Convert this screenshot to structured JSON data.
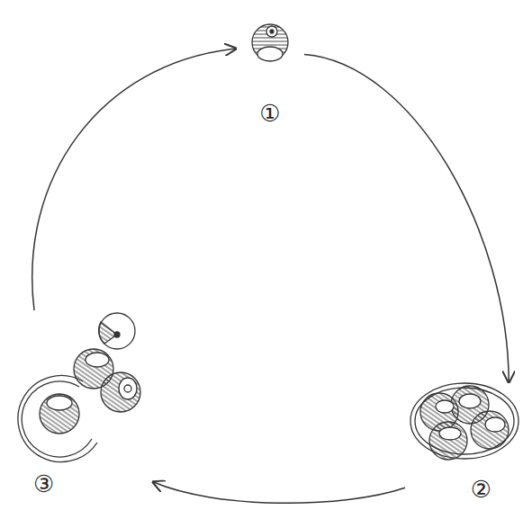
{
  "diagram": {
    "nodes": [
      {
        "text": [
          "①"
        ]
      },
      {
        "text": [
          "②"
        ]
      },
      {
        "text": [
          "③"
        ]
      }
    ],
    "edges": [
      {
        "from": 0,
        "to": 1,
        "arrow": "to"
      },
      {
        "from": 1,
        "to": 2,
        "arrow": "to"
      },
      {
        "from": 2,
        "to": 0,
        "arrow": "to"
      }
    ]
  }
}
